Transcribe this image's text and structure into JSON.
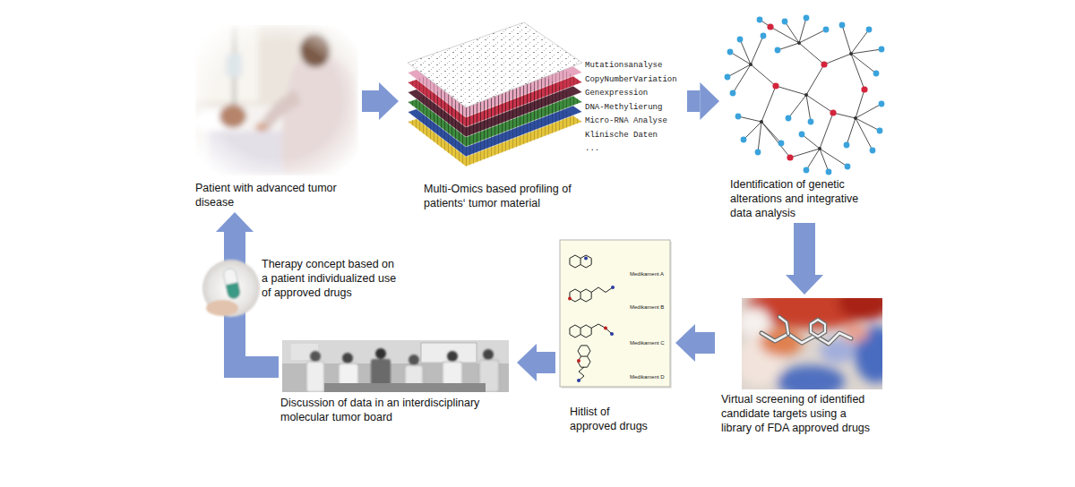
{
  "diagram": {
    "nodes": [
      {
        "text": [
          "Patient with advanced tumor disease"
        ]
      },
      {
        "text": [
          "Multi-Omics based profiling of patients‘ tumor material"
        ]
      },
      {
        "text": [
          "Identification of genetic alterations and integrative data analysis"
        ]
      },
      {
        "text": [
          "Virtual screening of identified candidate targets using a library of FDA approved drugs"
        ]
      },
      {
        "text": [
          "Hitlist of approved drugs"
        ]
      },
      {
        "text": [
          "Discussion of data in an interdisciplinary molecular tumor board"
        ]
      }
    ],
    "edges": [
      {
        "from": 0,
        "to": 1,
        "arrow": "to"
      },
      {
        "from": 1,
        "to": 2,
        "arrow": "to"
      },
      {
        "from": 2,
        "to": 3,
        "arrow": "to"
      },
      {
        "from": 3,
        "to": 4,
        "arrow": "to"
      },
      {
        "from": 4,
        "to": 5,
        "arrow": "to"
      },
      {
        "from": 5,
        "to": 0,
        "arrow": "to",
        "label": "Therapy concept based on a patient individualized use of approved drugs"
      }
    ],
    "labels": [
      "Mutationsanalyse",
      "CopyNumberVariation",
      "Genexpression",
      "DNA-Methylierung",
      "Micro-RNA Analyse",
      "Klinische Daten",
      "...",
      "Medikament A",
      "Medikament B",
      "Medikament C",
      "Medikament D"
    ]
  }
}
